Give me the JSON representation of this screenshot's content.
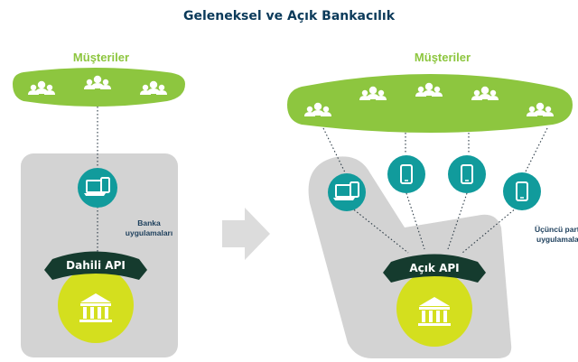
{
  "title": "Geleneksel ve Açık Bankacılık",
  "left": {
    "customers_label": "Müşteriler",
    "apps_label_line1": "Banka",
    "apps_label_line2": "uygulamaları",
    "api_label": "Dahili API"
  },
  "right": {
    "customers_label": "Müşteriler",
    "apps_label_line1": "Üçüncü parti",
    "apps_label_line2": "uygulamaları",
    "api_label": "Açık API"
  },
  "icons": {
    "people": "people-group-icon",
    "laptop_tablet": "laptop-tablet-icon",
    "phone": "mobile-phone-icon",
    "bank": "bank-building-icon",
    "arrow": "right-arrow-icon"
  },
  "colors": {
    "title": "#0b3a5a",
    "customer_band": "#8dc63f",
    "device_circle": "#119b9c",
    "api_banner": "#153b2e",
    "bank_circle": "#d4df1e",
    "panel": "#d3d3d3",
    "arrow": "#dcdcdc"
  }
}
